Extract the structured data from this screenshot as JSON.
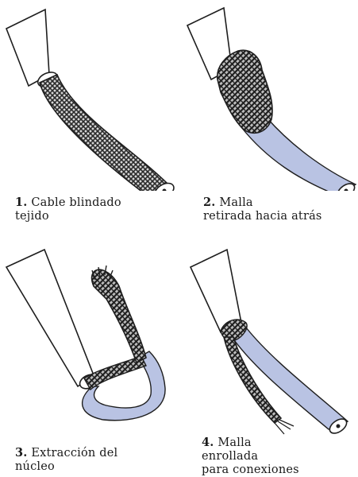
{
  "steps": [
    {
      "number": "1.",
      "line1": "Cable blindado",
      "line2": "tejido"
    },
    {
      "number": "2.",
      "line1": "Malla",
      "line2": "retirada hacia atrás"
    },
    {
      "number": "3.",
      "line1": "Extracción del",
      "line2": "núcleo"
    },
    {
      "number": "4.",
      "line1": "Malla",
      "line2": "enrollada",
      "line3": "para conexiones"
    }
  ],
  "colors": {
    "outer_jacket": "#ffffff",
    "braid": "#3a3a3a",
    "inner_core": "#b9c3e3",
    "outline": "#1e1e1e"
  }
}
